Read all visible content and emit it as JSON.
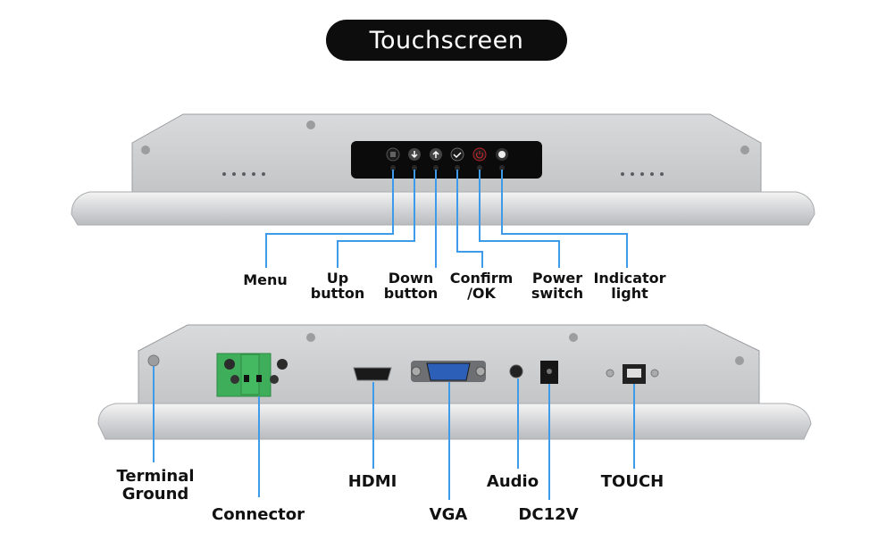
{
  "title": "Touchscreen",
  "top_panel": {
    "buttons": [
      {
        "icon": "menu-icon"
      },
      {
        "icon": "arrow-down-icon"
      },
      {
        "icon": "arrow-up-icon"
      },
      {
        "icon": "check-icon"
      },
      {
        "icon": "power-icon"
      },
      {
        "icon": "indicator-dot-icon"
      }
    ],
    "labels": [
      {
        "line1": "Menu",
        "line2": ""
      },
      {
        "line1": "Up",
        "line2": "button"
      },
      {
        "line1": "Down",
        "line2": "button"
      },
      {
        "line1": "Confirm",
        "line2": "/OK"
      },
      {
        "line1": "Power",
        "line2": "switch"
      },
      {
        "line1": "Indicator",
        "line2": "light"
      }
    ]
  },
  "bottom_panel": {
    "labels": {
      "terminal_ground_1": "Terminal",
      "terminal_ground_2": "Ground",
      "connector": "Connector",
      "hdmi": "HDMI",
      "vga": "VGA",
      "audio": "Audio",
      "dc12v": "DC12V",
      "touch": "TOUCH"
    }
  },
  "colors": {
    "leader": "#3d9be9",
    "panel": "#c9cbcd",
    "power_red": "#c0242a",
    "connector_green": "#3fae5a",
    "vga_blue": "#2b5fb8"
  }
}
